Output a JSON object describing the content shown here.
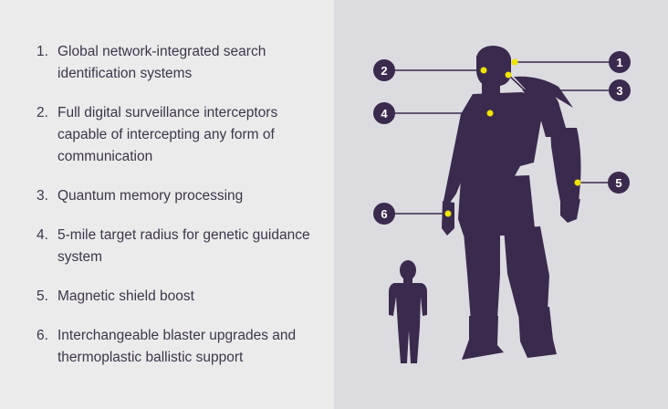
{
  "features": [
    {
      "number": "1.",
      "text": "Global network-integrated search identification systems"
    },
    {
      "number": "2.",
      "text": "Full digital surveillance interceptors capable of intercepting any form of communication"
    },
    {
      "number": "3.",
      "text": "Quantum memory processing"
    },
    {
      "number": "4.",
      "text": "5-mile target radius for genetic guidance system"
    },
    {
      "number": "5.",
      "text": "Magnetic shield boost"
    },
    {
      "number": "6.",
      "text": "Interchangeable blaster upgrades and thermoplastic ballistic support"
    }
  ],
  "callouts": [
    {
      "label": "1"
    },
    {
      "label": "2"
    },
    {
      "label": "3"
    },
    {
      "label": "4"
    },
    {
      "label": "5"
    },
    {
      "label": "6"
    }
  ],
  "colors": {
    "silhouette": "#3a2a4e",
    "callout_circle": "#3a2a4e",
    "callout_dot": "#f0e400",
    "text": "#3d3649",
    "left_bg": "#ebebec",
    "right_bg": "#dcdbe0"
  }
}
